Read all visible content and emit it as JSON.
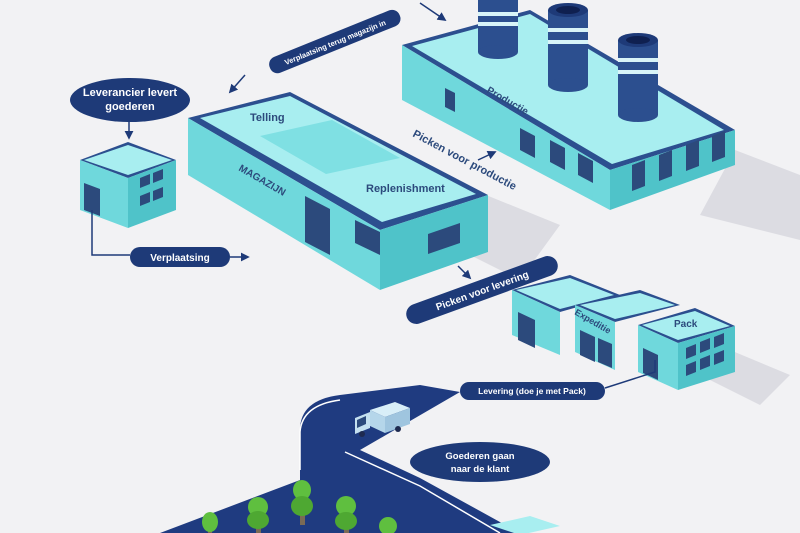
{
  "labels": {
    "supplier": [
      "Leverancier levert",
      "goederen"
    ],
    "move": "Verplaatsing",
    "move_back": "Verplaatsing terug magazijn in",
    "count": "Telling",
    "warehouse": "MAGAZIJN",
    "replenish": "Replenishment",
    "production": "Productie",
    "pick_production": "Picken voor productie",
    "pick_delivery": "Picken voor levering",
    "expedition": "Expeditie",
    "pack": "Pack",
    "delivery": "Levering (doe je met Pack)",
    "to_customer": [
      "Goederen gaan",
      "naar de klant"
    ]
  },
  "colors": {
    "navy": "#1e3a78",
    "roof": "#2c4f8f",
    "wall_light": "#a8eef0",
    "wall_mid": "#6fd8dc",
    "wall_dark": "#4fc3c9",
    "window": "#2c4a7c",
    "road": "#1f3b80",
    "tree": "#5fbf3f",
    "background": "#f2f2f4"
  },
  "icons": [
    "arrow-icon",
    "truck-icon",
    "tree-icon",
    "chimney-icon"
  ]
}
